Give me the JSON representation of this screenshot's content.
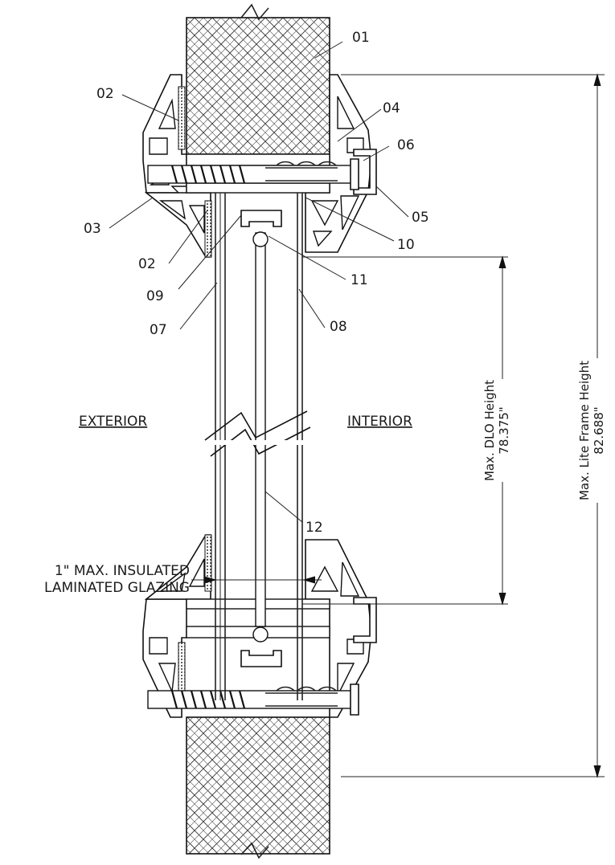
{
  "callouts": {
    "c01": "01",
    "c02a": "02",
    "c02b": "02",
    "c03": "03",
    "c04": "04",
    "c05": "05",
    "c06": "06",
    "c07": "07",
    "c08": "08",
    "c09": "09",
    "c10": "10",
    "c11": "11",
    "c12": "12"
  },
  "sides": {
    "exterior": "EXTERIOR",
    "interior": "INTERIOR"
  },
  "glazing_note": {
    "line1": "1\" MAX. INSULATED",
    "line2": "LAMINATED GLAZING"
  },
  "dimensions": {
    "dlo_label": "Max. DLO Height",
    "dlo_value": "78.375\"",
    "frame_label": "Max. Lite Frame Height",
    "frame_value": "82.688\""
  }
}
